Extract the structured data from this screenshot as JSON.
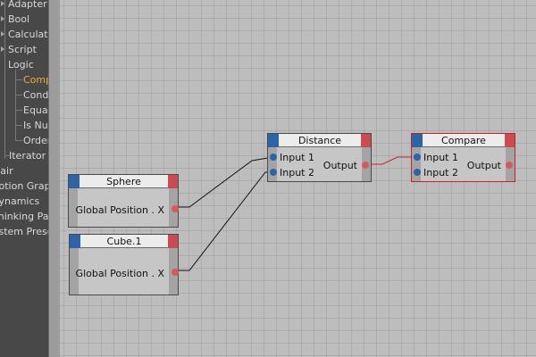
{
  "sidebar": {
    "items": [
      {
        "label": "Adapter"
      },
      {
        "label": "Bool"
      },
      {
        "label": "Calculate"
      },
      {
        "label": "Script"
      },
      {
        "label": "Logic"
      },
      {
        "label": "Compare"
      },
      {
        "label": "Condition"
      },
      {
        "label": "Equal"
      },
      {
        "label": "Is Null"
      },
      {
        "label": "Order"
      },
      {
        "label": "Iterator"
      },
      {
        "label": "Hair"
      },
      {
        "label": "Motion Graphics"
      },
      {
        "label": "Dynamics"
      },
      {
        "label": "Thinking Particles"
      },
      {
        "label": "System Presets"
      }
    ],
    "active_color": "#f0a83a"
  },
  "nodes": {
    "sphere": {
      "title": "Sphere",
      "output": "Global Position . X"
    },
    "cube": {
      "title": "Cube.1",
      "output": "Global Position . X"
    },
    "distance": {
      "title": "Distance",
      "input1": "Input 1",
      "input2": "Input 2",
      "output": "Output"
    },
    "compare": {
      "title": "Compare",
      "input1": "Input 1",
      "input2": "Input 2",
      "output": "Output"
    }
  },
  "colors": {
    "port_in": "#2e64a6",
    "port_out": "#d55a5f",
    "selected_border": "#c8202a"
  }
}
